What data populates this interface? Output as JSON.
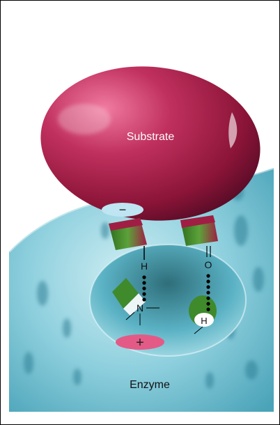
{
  "labels": {
    "substrate": "Substrate",
    "enzyme": "Enzyme",
    "charge_minus": "−",
    "charge_plus": "+",
    "atom_h_top": "H",
    "atom_n": "N",
    "atom_o": "O",
    "atom_h_bottom": "H"
  },
  "colors": {
    "substrate": "#b3234f",
    "enzyme": "#6fc0d0",
    "binding_site_green": "#3f8a2a",
    "negative_pad": "#bfe4f2",
    "positive_pad": "#e45a86",
    "bond_dots": "#000000"
  }
}
